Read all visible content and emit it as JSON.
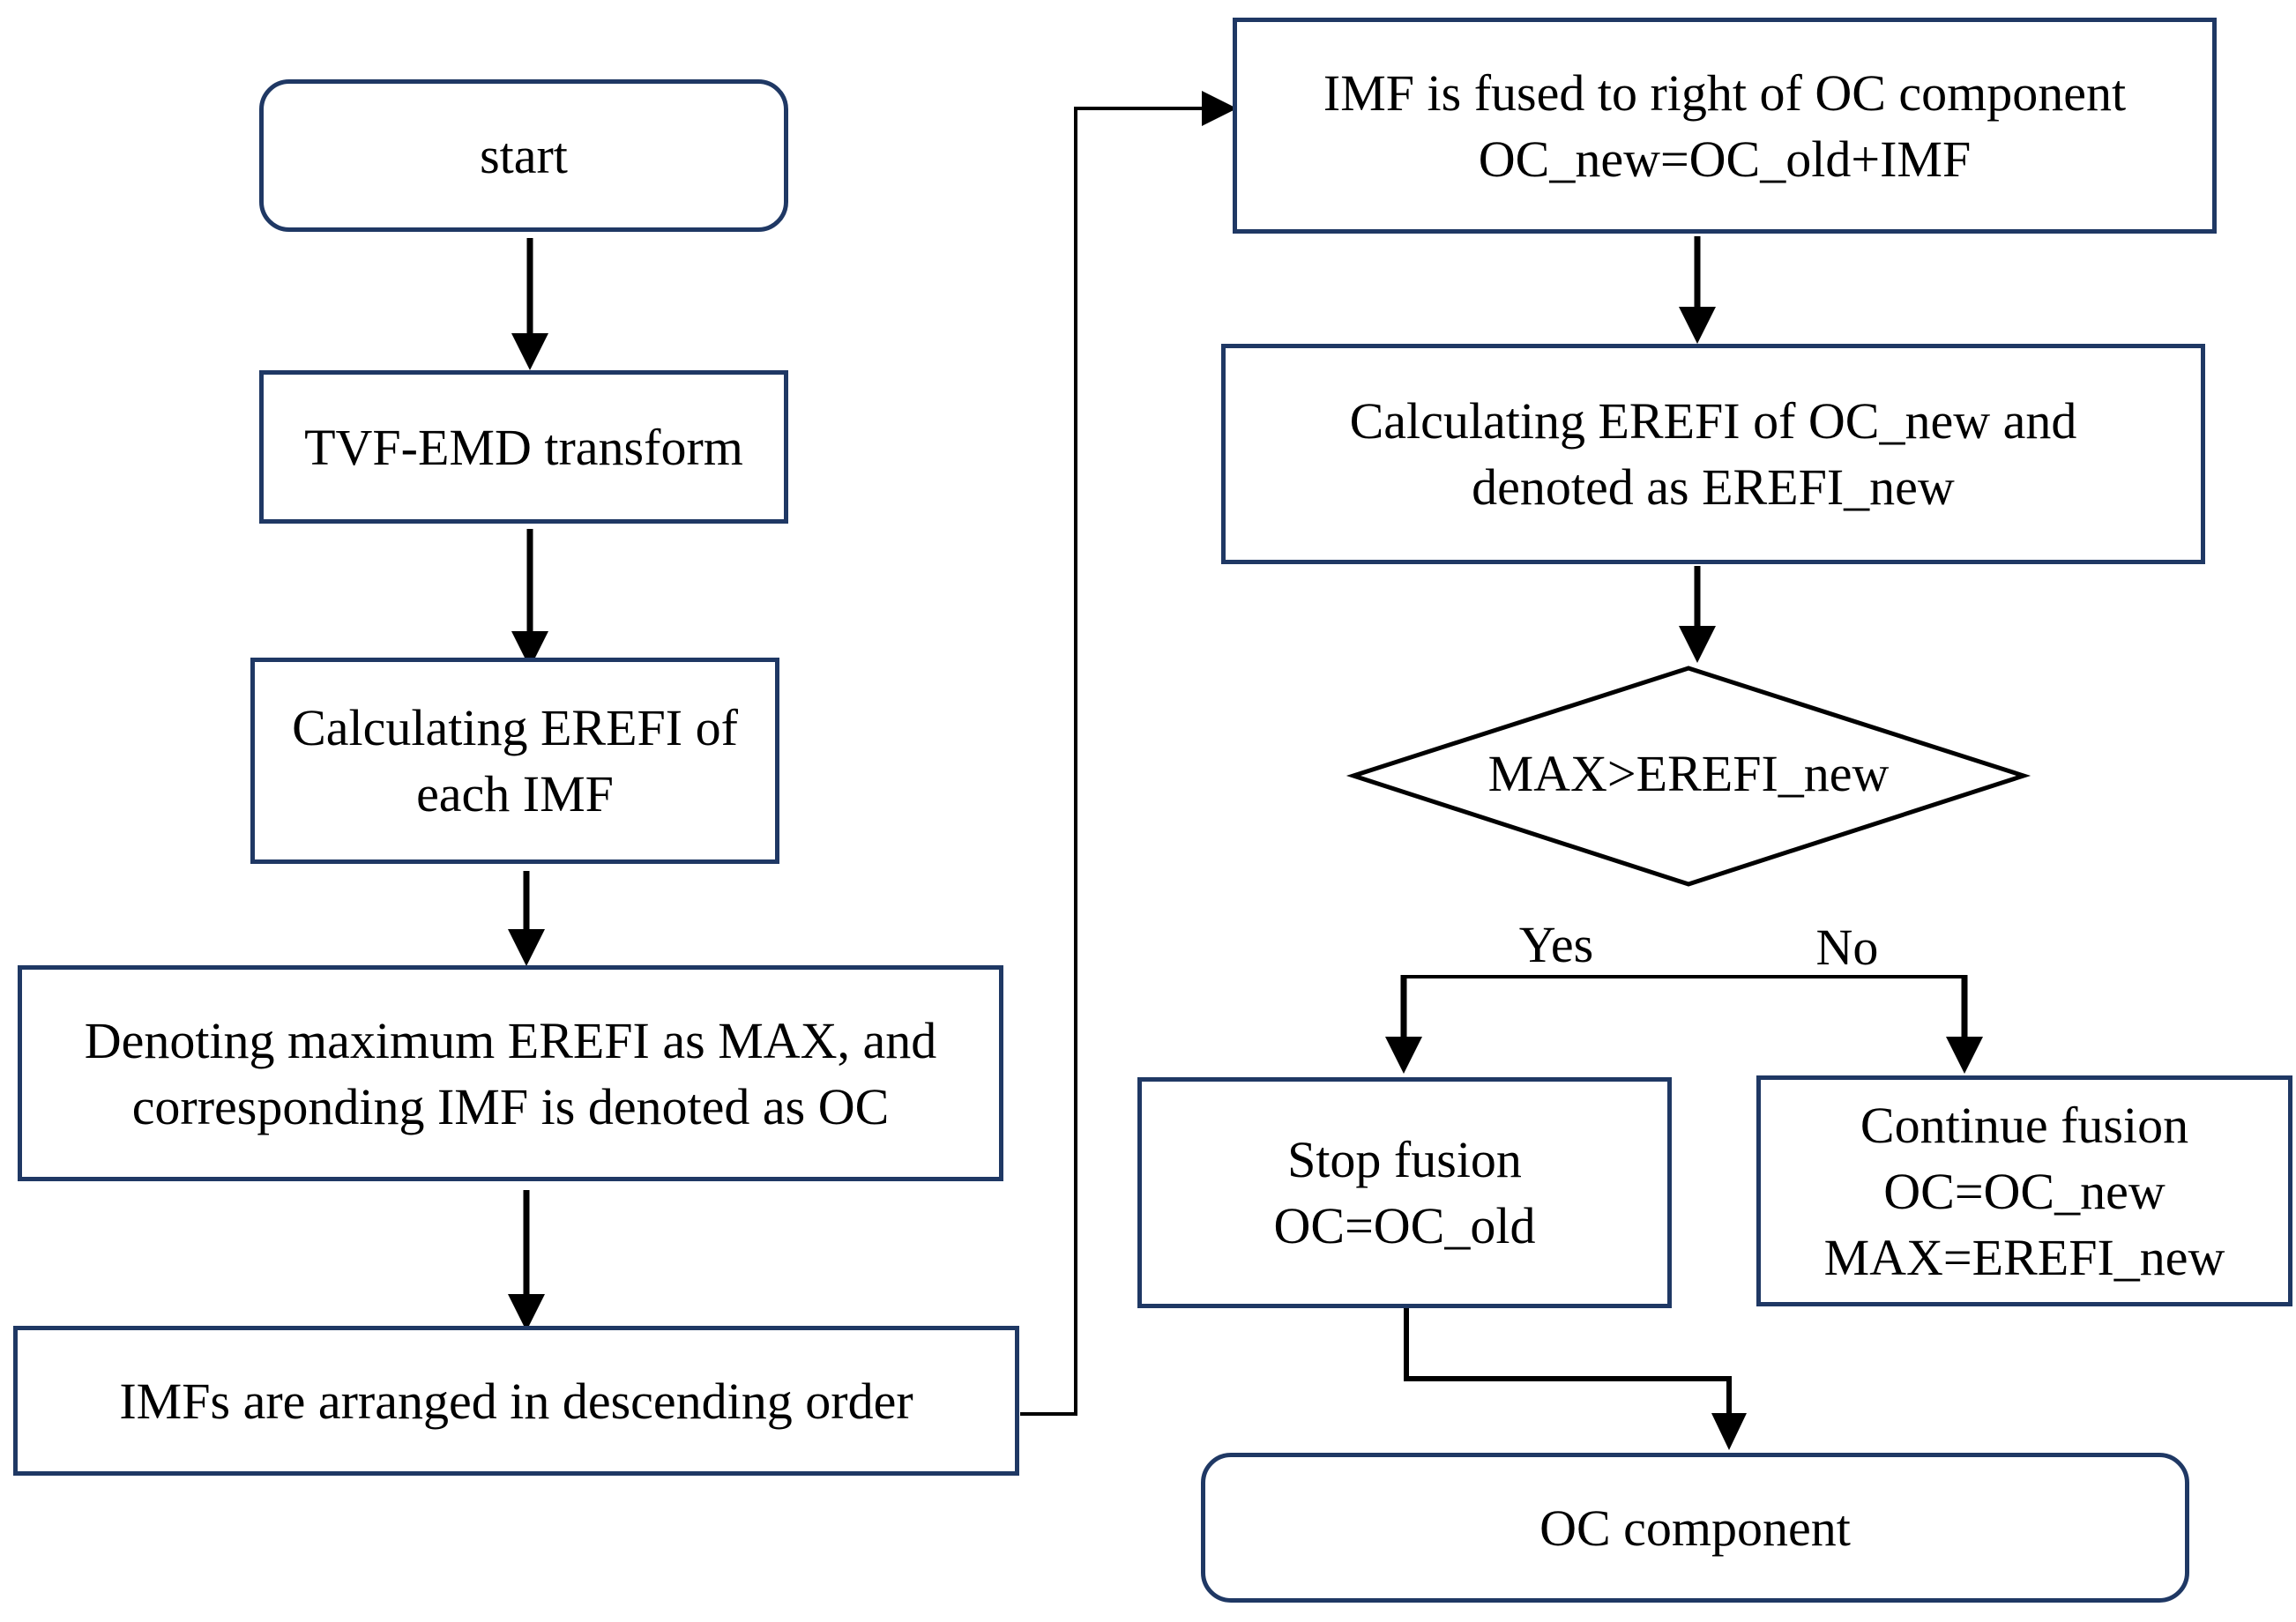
{
  "flowchart": {
    "start": "start",
    "tvf": "TVF-EMD transform",
    "calc_each": [
      "Calculating EREFI of",
      "each IMF"
    ],
    "denote_max": [
      "Denoting maximum EREFI as MAX, and",
      "corresponding IMF is denoted as OC"
    ],
    "arrange": "IMFs are arranged in descending order",
    "fuse": [
      "IMF is fused to right of OC component",
      "OC_new=OC_old+IMF"
    ],
    "calc_new": [
      "Calculating EREFI of OC_new and",
      "denoted as EREFI_new"
    ],
    "decision": "MAX>EREFI_new",
    "yes": "Yes",
    "no": "No",
    "stop": [
      "Stop fusion",
      "OC=OC_old"
    ],
    "continue": [
      "Continue fusion",
      "OC=OC_new",
      "MAX=EREFI_new"
    ],
    "end": "OC component"
  },
  "colors": {
    "box_border": "#1f3864",
    "connector": "#000000"
  }
}
